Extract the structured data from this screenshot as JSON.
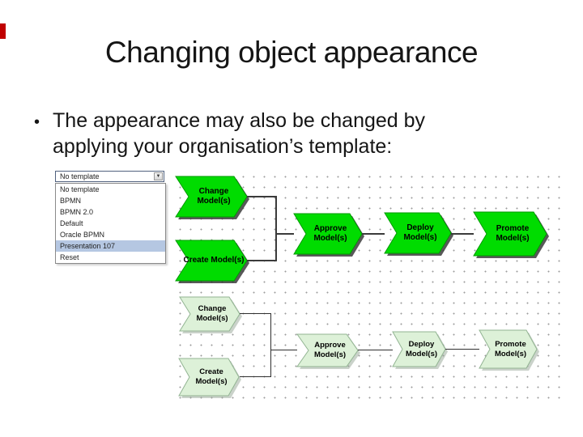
{
  "slide": {
    "title": "Changing object appearance",
    "bullet": {
      "marker": "•",
      "lines": [
        "The appearance may also be changed by",
        "applying your organisation’s template:"
      ]
    },
    "accent_color": "#c00000"
  },
  "template_dropdown": {
    "selected_value": "No template",
    "dropdown_arrow": "▼",
    "items": [
      {
        "label": "No template",
        "selected": false
      },
      {
        "label": "BPMN",
        "selected": false
      },
      {
        "label": "BPMN 2.0",
        "selected": false
      },
      {
        "label": "Default",
        "selected": false
      },
      {
        "label": "Oracle BPMN",
        "selected": false
      },
      {
        "label": "Presentation 107",
        "selected": true
      },
      {
        "label": "Reset",
        "selected": false
      }
    ],
    "highlight_color": "#b5c7e2"
  },
  "diagram": {
    "colors": {
      "bright_fill": "#00dc00",
      "bright_border": "#009a00",
      "bright_shadow": "rgba(60,60,60,0.85)",
      "pale_fill": "#ddf1d8",
      "pale_border": "#92b492",
      "pale_shadow": "rgba(150,165,150,0.5)",
      "connector": "#3b3b3b",
      "grid_dot": "#9d9d9d"
    },
    "top": {
      "change": "Change\nModel(s)",
      "create": "Create Model(s)",
      "approve": "Approve\nModel(s)",
      "deploy": "Deploy\nModel(s)",
      "promote": "Promote\nModel(s)"
    },
    "bottom": {
      "change": "Change\nModel(s)",
      "create": "Create\nModel(s)",
      "approve": "Approve\nModel(s)",
      "deploy": "Deploy\nModel(s)",
      "promote": "Promote\nModel(s)"
    }
  }
}
